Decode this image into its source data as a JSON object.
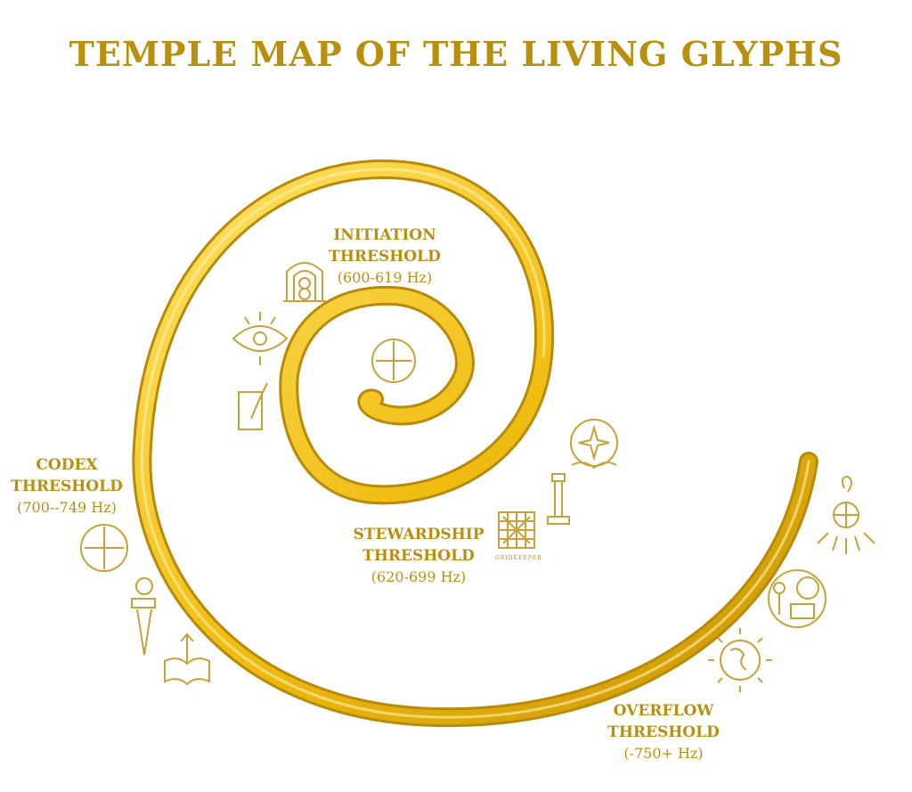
{
  "title": "TEMPLE MAP OF THE LIVING GLYPHS",
  "thresholds": [
    {
      "name_line1": "INITIATION",
      "name_line2": "THRESHOLD",
      "range": "(600-619 Hz)"
    },
    {
      "name_line1": "STEWARDSHIP",
      "name_line2": "THRESHOLD",
      "range": "(620-699 Hz)"
    },
    {
      "name_line1": "CODEX",
      "name_line2": "THRESHOLD",
      "range": "(700--749 Hz)"
    },
    {
      "name_line1": "OVERFLOW",
      "name_line2": "THRESHOLD",
      "range": "(-750+ Hz)"
    }
  ],
  "gridkeeper_label": "GRIDKEEPER",
  "colors": {
    "gold": "#b8900e",
    "spiral": "#f2c21a",
    "spiral_dark": "#b88a06"
  }
}
